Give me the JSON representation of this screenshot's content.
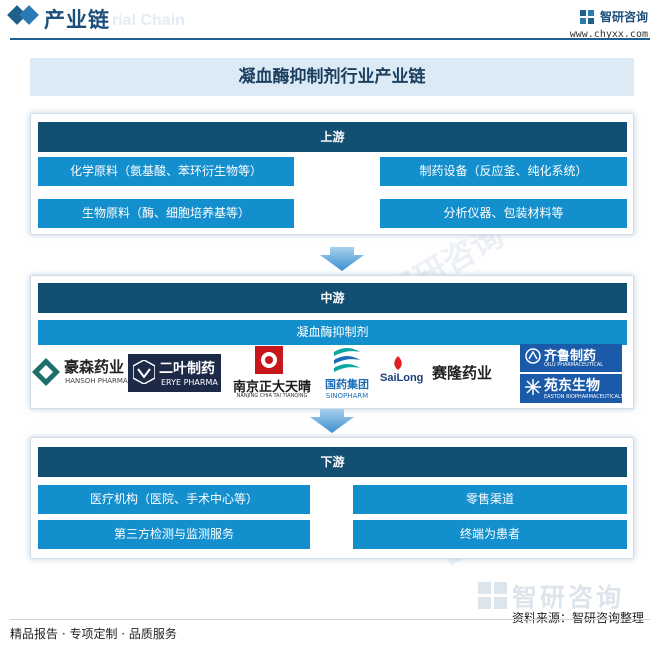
{
  "header": {
    "title": "产业链",
    "ghost_text": "rial Chain",
    "brand_name": "智研咨询",
    "brand_url": "www.chyxx.com"
  },
  "title": "凝血酶抑制剂行业产业链",
  "upstream": {
    "label": "上游",
    "items": [
      "化学原料（氨基酸、苯环衍生物等）",
      "制药设备（反应釜、纯化系统）",
      "生物原料（酶、细胞培养基等）",
      "分析仪器、包装材料等"
    ]
  },
  "midstream": {
    "label": "中游",
    "product": "凝血酶抑制剂",
    "companies": {
      "hansoh_cn": "豪森药业",
      "hansoh_en": "HANSOH PHARMA",
      "erye_cn": "二叶制药",
      "erye_en": "ERYE PHARMA",
      "cttq_cn": "南京正大天晴",
      "cttq_en": "NANJING CHIA TAI TIANQING",
      "sino_cn": "国药集团",
      "sino_en": "SINOPHARM",
      "sailong_en": "SaiLong",
      "sailong_cn": "赛隆药业",
      "qilu_cn": "齐鲁制药",
      "qilu_en": "QILU PHARMACEUTICAL",
      "easton_cn": "苑东生物",
      "easton_en": "EASTON BIOPHARMACEUTICALS"
    }
  },
  "downstream": {
    "label": "下游",
    "items": [
      "医疗机构（医院、手术中心等）",
      "零售渠道",
      "第三方检测与监测服务",
      "终端为患者"
    ]
  },
  "footer": {
    "source": "资料来源：智研咨询整理",
    "tagline": "精品报告 · 专项定制 · 品质服务",
    "watermark": "智研咨询"
  },
  "colors": {
    "dark_bar": "#134e73",
    "cell_blue": "#148fce",
    "title_band": "#dbeaf5",
    "arrow": "#3d8fd0"
  }
}
